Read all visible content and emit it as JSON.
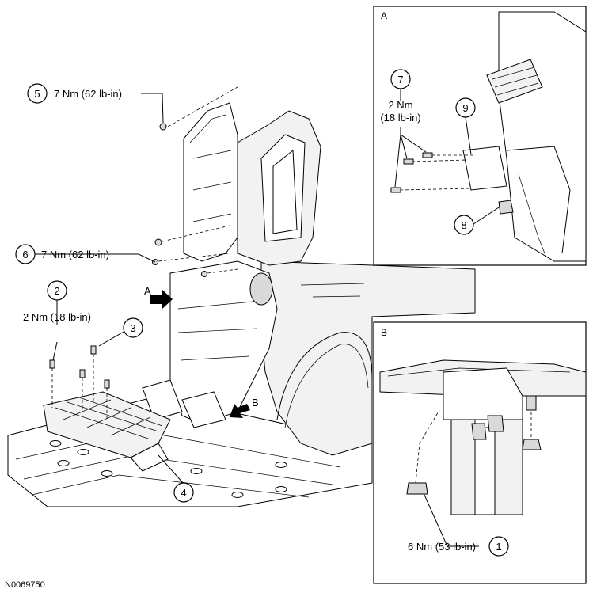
{
  "diagram_id": "N0069750",
  "callouts": {
    "c1": {
      "number": "1",
      "torque": "6 Nm (53 lb-in)"
    },
    "c2": {
      "number": "2",
      "torque": "2 Nm (18 lb-in)"
    },
    "c3": {
      "number": "3"
    },
    "c4": {
      "number": "4"
    },
    "c5": {
      "number": "5",
      "torque": "7 Nm (62 lb-in)"
    },
    "c6": {
      "number": "6",
      "torque": "7 Nm (62 lb-in)"
    },
    "c7": {
      "number": "7",
      "torque_line1": "2 Nm",
      "torque_line2": "(18 lb-in)"
    },
    "c8": {
      "number": "8"
    },
    "c9": {
      "number": "9"
    }
  },
  "view_arrows": {
    "a": "A",
    "b": "B"
  },
  "detail_panels": {
    "a": "A",
    "b": "B"
  }
}
